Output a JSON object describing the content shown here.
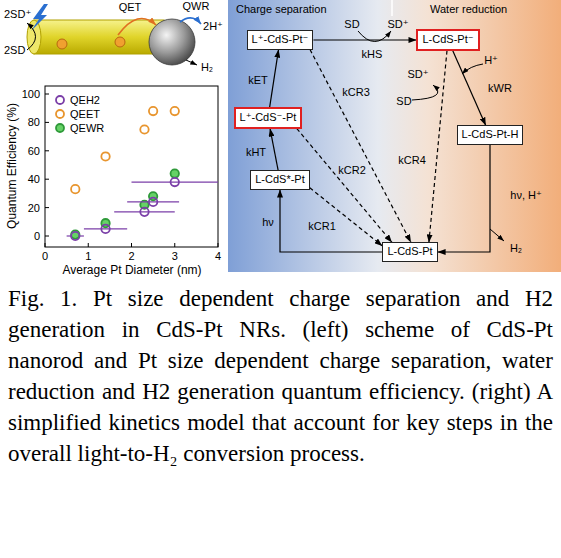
{
  "diagram": {
    "caption": "Fig. 1. Pt size dependent charge separation and H2 generation in CdS-Pt NRs. (left) scheme of CdS-Pt nanorod and Pt size dependent charge separation, water reduction and H2 generation quantum efficiency. (right) A simplified kinetics model that account for key steps in the overall light-to-H₂ conversion process.",
    "nodes": [
      {
        "text": [
          "L⁺-CdS-Pt⁻"
        ]
      },
      {
        "text": [
          "L-CdS-Pt⁻"
        ]
      },
      {
        "text": [
          "L⁺-CdS⁻-Pt"
        ]
      },
      {
        "text": [
          "L-CdS-Pt-H"
        ]
      },
      {
        "text": [
          "L-CdS*-Pt"
        ]
      },
      {
        "text": [
          "L-CdS-Pt"
        ]
      }
    ],
    "edges": [
      {
        "from": 5,
        "to": 4,
        "label": "hν",
        "arrow": "to"
      },
      {
        "from": 4,
        "to": 2,
        "label": "kHT",
        "arrow": "to"
      },
      {
        "from": 2,
        "to": 0,
        "label": "kET",
        "arrow": "to"
      },
      {
        "from": 0,
        "to": 1,
        "label": "kHS",
        "arrow": "to"
      },
      {
        "from": 1,
        "to": 3,
        "label": "kWR",
        "arrow": "to"
      },
      {
        "from": 3,
        "to": 5,
        "label": "hν, H⁺",
        "arrow": "to"
      },
      {
        "from": 4,
        "to": 5,
        "label": "kCR1",
        "arrow": "to"
      },
      {
        "from": 2,
        "to": 5,
        "label": "kCR2",
        "arrow": "to"
      },
      {
        "from": 0,
        "to": 5,
        "label": "kCR3",
        "arrow": "to"
      },
      {
        "from": 1,
        "to": 5,
        "label": "kCR4",
        "arrow": "to"
      }
    ],
    "labels": [
      "2SD⁺",
      "2SD",
      "QET",
      "QWR",
      "2H⁺",
      "H₂",
      "0",
      "20",
      "40",
      "60",
      "80",
      "100",
      "0",
      "1",
      "2",
      "3",
      "4",
      "Quantum Efficiency (%)",
      "Average Pt Diameter (nm)",
      "Charge separation",
      "Water reduction",
      "SD",
      "SD⁺",
      "SD",
      "SD⁺",
      "H⁺",
      "H₂"
    ],
    "legend": [
      {
        "text": "QEH2"
      },
      {
        "text": "QEET"
      },
      {
        "text": "QEWR"
      }
    ]
  }
}
